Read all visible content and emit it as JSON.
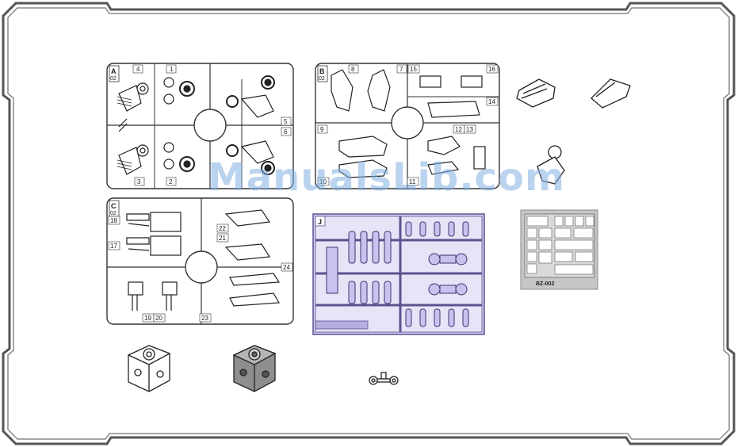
{
  "runners": {
    "A": {
      "letter": "A",
      "code": "02",
      "numbers": [
        "4",
        "1",
        "5",
        "6",
        "3",
        "2"
      ]
    },
    "B": {
      "letter": "B",
      "code": "02",
      "numbers": [
        "8",
        "7",
        "15",
        "16",
        "14",
        "9",
        "12",
        "13",
        "10",
        "11"
      ]
    },
    "C": {
      "letter": "C",
      "code": "02",
      "numbers": [
        "18",
        "17",
        "22",
        "21",
        "24",
        "19",
        "20",
        "23"
      ]
    },
    "J": {
      "letter": "J"
    }
  },
  "decal_sheet": {
    "code": "BZ-002"
  },
  "watermark": "ManualsLib.com",
  "colors": {
    "line": "#333333",
    "frame_fill": "#bdbdbd",
    "runner_j_fill": "#d0c9ef",
    "runner_j_stroke": "#5a5490",
    "decal_bg": "#c6c6c6",
    "watermark": "#8fb5e2"
  }
}
